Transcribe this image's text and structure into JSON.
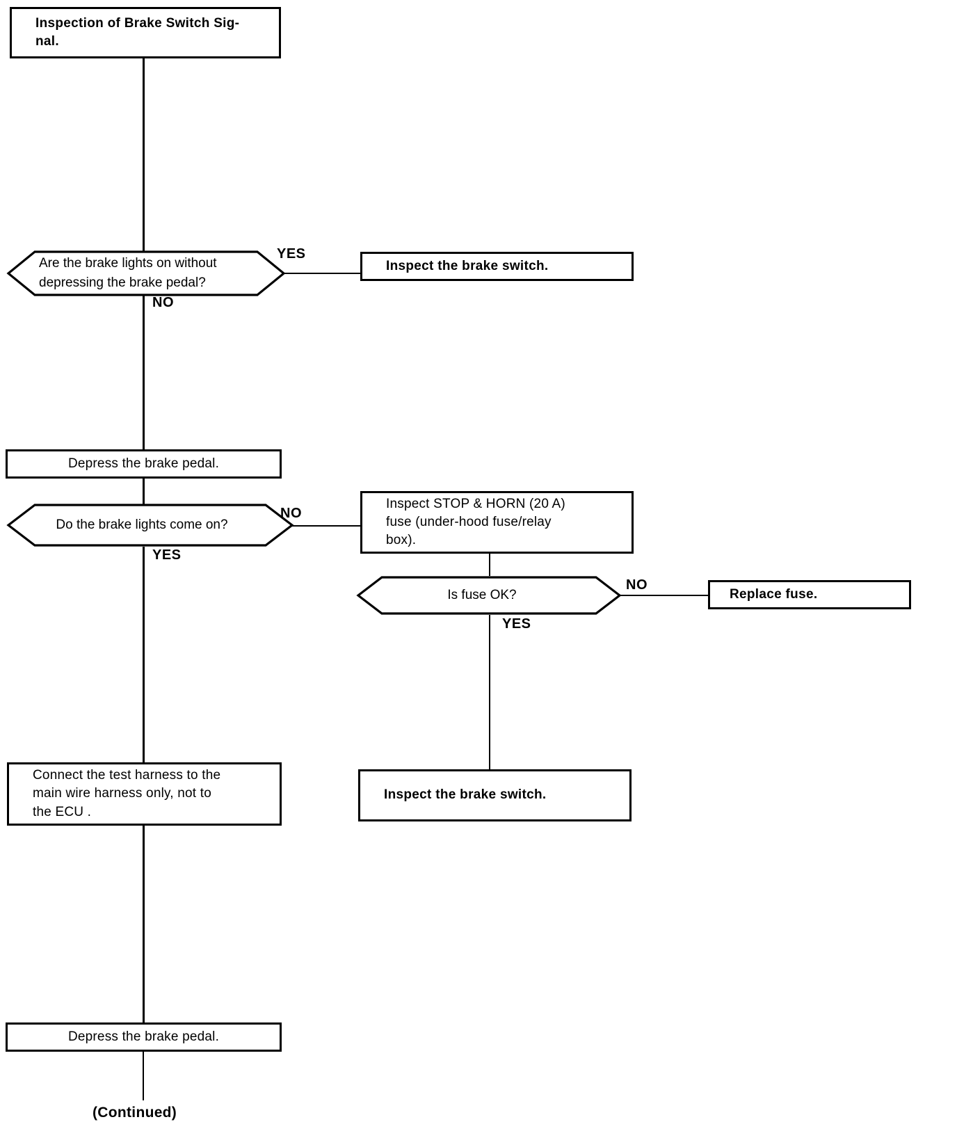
{
  "diagram": {
    "title": "Inspection of Brake Switch Signal flowchart",
    "line_color": "#000000",
    "background_color": "#ffffff",
    "footer_label": "(Continued)",
    "nodes": {
      "start_box": {
        "text": "Inspection of Brake Switch Sig-\nnal."
      },
      "q_lights_without_pedal": {
        "text": "Are  the  brake  lights  on  without\ndepressing the brake pedal?"
      },
      "inspect_switch_1": {
        "text": "Inspect the brake switch."
      },
      "depress_pedal_1": {
        "text": "Depress the brake pedal."
      },
      "q_lights_come_on": {
        "text": "Do the brake lights come on?"
      },
      "inspect_fuse": {
        "text": "Inspect STOP  &  HORN  (20  A)\nfuse   (under-hood   fuse/relay\nbox)."
      },
      "q_fuse_ok": {
        "text": "Is fuse OK?"
      },
      "replace_fuse": {
        "text": "Replace fuse."
      },
      "inspect_switch_2": {
        "text": "Inspect the brake switch."
      },
      "connect_harness": {
        "text": "Connect the test harness to the\nmain wire harness only, not to\nthe ECU ."
      },
      "depress_pedal_2": {
        "text": "Depress the brake pedal."
      }
    },
    "branch_labels": {
      "yes_lights_without_pedal": "YES",
      "no_lights_without_pedal": "NO",
      "no_lights_come_on": "NO",
      "yes_lights_come_on": "YES",
      "no_fuse_ok": "NO",
      "yes_fuse_ok": "YES"
    }
  }
}
